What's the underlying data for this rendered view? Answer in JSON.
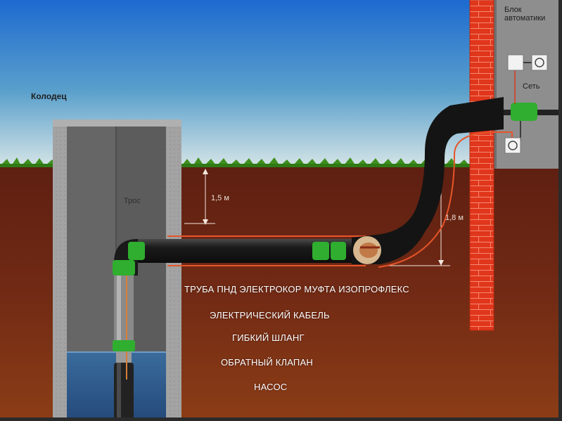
{
  "labels": {
    "well": "Колодец",
    "rope": "Трос",
    "depth_1": "1,5 м",
    "depth_2": "1,8 м",
    "automation_block_line1": "Блок",
    "automation_block_line2": "автоматики",
    "mains": "Сеть"
  },
  "legend": {
    "line_1": "ТРУБА ПНД  ЭЛЕКТРОКОР  МУФТА  ИЗОПРОФЛЕКС",
    "line_2": "ЭЛЕКТРИЧЕСКИЙ КАБЕЛЬ",
    "line_3": "ГИБКИЙ ШЛАНГ",
    "line_4": "ОБРАТНЫЙ КЛАПАН",
    "line_5": "НАСОС"
  },
  "colors": {
    "sky_top": "#1f6fd0",
    "sky_bottom": "#c9dde6",
    "grass": "#3f8f1e",
    "soil_top": "#6a2414",
    "soil_bottom": "#8a3a16",
    "well_wall": "#9a9a9a",
    "well_interior": "#5f5f5f",
    "water": "#2d5a8a",
    "brick": "#e23a1e",
    "house_wall": "#8f8f8f",
    "pipe": "#1a1a1a",
    "fitting": "#2fae2f"
  }
}
